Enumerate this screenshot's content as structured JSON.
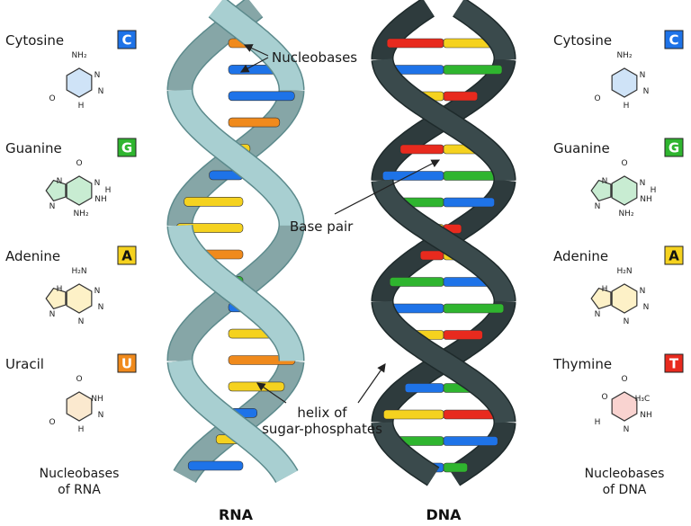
{
  "rna_bases": [
    {
      "name": "Cytosine",
      "letter": "C",
      "color": "#1e73e8",
      "ring": "#cfe3f7",
      "atoms": [
        "NH₂",
        "N",
        "N",
        "H",
        "O"
      ]
    },
    {
      "name": "Guanine",
      "letter": "G",
      "color": "#2fb52f",
      "ring": "#c8ecd2",
      "atoms": [
        "O",
        "N",
        "NH",
        "NH₂",
        "N",
        "N",
        "H"
      ]
    },
    {
      "name": "Adenine",
      "letter": "A",
      "color": "#f5d21f",
      "ring": "#fdf1c7",
      "atoms": [
        "H₂N",
        "N",
        "N",
        "N",
        "N",
        "H"
      ]
    },
    {
      "name": "Uracil",
      "letter": "U",
      "color": "#f08a1c",
      "ring": "#fbe9cf",
      "atoms": [
        "O",
        "NH",
        "N",
        "H",
        "O"
      ]
    }
  ],
  "dna_bases": [
    {
      "name": "Cytosine",
      "letter": "C",
      "color": "#1e73e8",
      "ring": "#cfe3f7",
      "atoms": [
        "NH₂",
        "N",
        "N",
        "H",
        "O"
      ]
    },
    {
      "name": "Guanine",
      "letter": "G",
      "color": "#2fb52f",
      "ring": "#c8ecd2",
      "atoms": [
        "O",
        "N",
        "NH",
        "NH₂",
        "N",
        "N",
        "H"
      ]
    },
    {
      "name": "Adenine",
      "letter": "A",
      "color": "#f5d21f",
      "ring": "#fdf1c7",
      "atoms": [
        "H₂N",
        "N",
        "N",
        "N",
        "N",
        "H"
      ]
    },
    {
      "name": "Thymine",
      "letter": "T",
      "color": "#e82a1e",
      "ring": "#f9d3d0",
      "atoms": [
        "O",
        "H₃C",
        "NH",
        "N",
        "H",
        "O"
      ]
    }
  ],
  "captions": {
    "rna_line1": "Nucleobases",
    "rna_line2": "of RNA",
    "dna_line1": "Nucleobases",
    "dna_line2": "of DNA"
  },
  "annotations": {
    "nucleobases": "Nucleobases",
    "base_pair": "Base pair",
    "helix_line1": "helix of",
    "helix_line2": "sugar-phosphates"
  },
  "titles": {
    "rna": "RNA",
    "dna": "DNA"
  },
  "colors": {
    "rna_backbone": "#a8cfd1",
    "rna_backbone_edge": "#5c8a8c",
    "dna_backbone": "#3a4a4c",
    "dna_backbone_edge": "#1e2a2b",
    "cytosine": "#1e73e8",
    "guanine": "#2fb52f",
    "adenine": "#f5d21f",
    "uracil": "#f08a1c",
    "thymine": "#e82a1e"
  },
  "rna_rungs": [
    "uracil",
    "cytosine",
    "cytosine",
    "uracil",
    "adenine",
    "cytosine",
    "adenine",
    "adenine",
    "uracil",
    "guanine",
    "cytosine",
    "adenine",
    "uracil",
    "adenine",
    "cytosine",
    "adenine",
    "cytosine"
  ],
  "dna_pairs": [
    [
      "thymine",
      "adenine"
    ],
    [
      "cytosine",
      "guanine"
    ],
    [
      "adenine",
      "thymine"
    ],
    [
      "guanine",
      "cytosine"
    ],
    [
      "thymine",
      "adenine"
    ],
    [
      "cytosine",
      "guanine"
    ],
    [
      "guanine",
      "cytosine"
    ],
    [
      "adenine",
      "thymine"
    ],
    [
      "thymine",
      "adenine"
    ],
    [
      "guanine",
      "cytosine"
    ],
    [
      "cytosine",
      "guanine"
    ],
    [
      "adenine",
      "thymine"
    ],
    [
      "thymine",
      "adenine"
    ],
    [
      "cytosine",
      "guanine"
    ],
    [
      "adenine",
      "thymine"
    ],
    [
      "guanine",
      "cytosine"
    ],
    [
      "cytosine",
      "guanine"
    ]
  ]
}
